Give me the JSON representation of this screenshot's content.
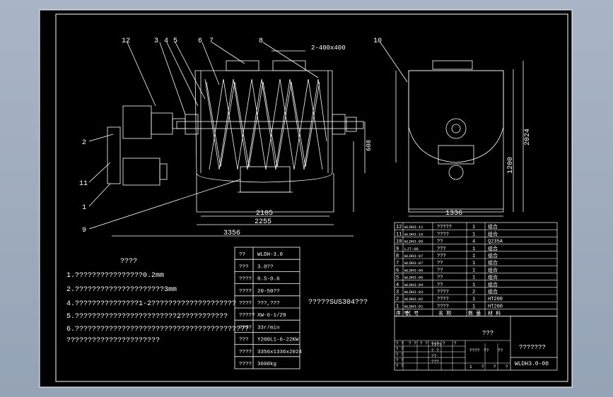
{
  "drawing": {
    "part_labels": [
      "12",
      "3",
      "4",
      "5",
      "6",
      "7",
      "8",
      "10",
      "2",
      "11",
      "1",
      "9"
    ],
    "dims": {
      "inlet": "2-400x400",
      "h_608": "608",
      "len_2105": "2105",
      "len_2255": "2255",
      "len_3356": "3356",
      "w_1336": "1336",
      "h_1200": "1200",
      "h_2024": "2024"
    }
  },
  "notes": {
    "title": "????",
    "items": [
      "1.????????????????0.2mm",
      "2.?????????????????????3mm",
      "4.???????????????1-2????????????????????",
      "5.????????????????????????2???????????",
      "6.?????????????????????????????????????????",
      "??????????????????????"
    ]
  },
  "material_note": "?????SUS304???",
  "spec_table": [
    [
      "??",
      "WLDH-3.0"
    ],
    [
      "???",
      "3.0??"
    ],
    [
      "????",
      "0.5-0.6"
    ],
    [
      "????",
      "20-50??"
    ],
    [
      "????",
      "???,???"
    ],
    [
      "?????",
      "XW-6-1/29"
    ],
    [
      "????",
      "33r/min"
    ],
    [
      "???",
      "Y200L1-6-22KW"
    ],
    [
      "????",
      "3356x1336x2024"
    ],
    [
      "????",
      "3600kg"
    ]
  ],
  "bom": {
    "rows": [
      [
        "12",
        "WLDH3-11",
        "?????",
        "1",
        "组合"
      ],
      [
        "11",
        "WLDH3-10",
        "????",
        "1",
        "组合"
      ],
      [
        "10",
        "WLDH3-09",
        "??",
        "4",
        "Q235A"
      ],
      [
        "9",
        "LJT-08",
        "???",
        "1",
        "组合"
      ],
      [
        "8",
        "WLDH3-07",
        "???",
        "1",
        "组合"
      ],
      [
        "7",
        "WLDH3-07",
        "??",
        "1",
        "组合"
      ],
      [
        "6",
        "WLDH3-06",
        "??",
        "1",
        "组合"
      ],
      [
        "5",
        "WLDH3-05",
        "??",
        "1",
        "组合"
      ],
      [
        "4",
        "WLDH3-04",
        "??",
        "1",
        "组合"
      ],
      [
        "3",
        "WLDH3-03",
        "????",
        "2",
        "组合"
      ],
      [
        "2",
        "WLDH3-02",
        "????",
        "1",
        "HT200"
      ],
      [
        "1",
        "WLDH3-01",
        "????",
        "1",
        "HT200"
      ]
    ],
    "header": [
      "序 号",
      "代 号",
      "名 称",
      "数 量",
      "材 料"
    ],
    "title_center": "???",
    "title_right": "???????",
    "drawing_no": "WLDH3.0-00",
    "row_labels": [
      "? ?",
      "? ?",
      "? ?",
      "? ?",
      "? ?"
    ],
    "mid_cells": [
      "? ?",
      "? ?",
      "?|?",
      "?",
      "?"
    ],
    "small_nums": [
      "1",
      "?",
      "?",
      "?"
    ],
    "scale_cells": [
      "????",
      "??",
      "??"
    ],
    "mid_labels": [
      "????",
      "? ?",
      "??",
      "???"
    ]
  },
  "colors": {
    "background": "#000000",
    "line": "#ffffff",
    "frame_bg": "#a2b0c2"
  }
}
